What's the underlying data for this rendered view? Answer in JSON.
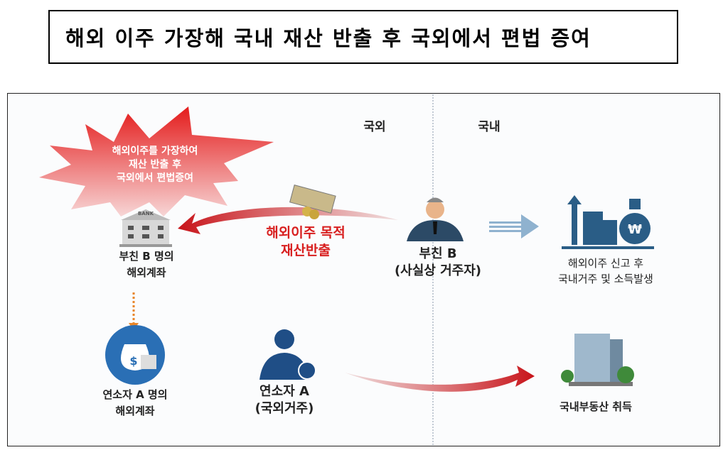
{
  "title": "해외 이주 가장해 국내 재산 반출 후 국외에서 편법 증여",
  "regions": {
    "overseas": "국외",
    "domestic": "국내"
  },
  "burst": [
    "해외이주를 가장하여",
    "재산 반출 후",
    "국외에서 편법증여"
  ],
  "bank_text": "BANK",
  "bank_label": [
    "부친 B 명의",
    "해외계좌"
  ],
  "transfer_label": [
    "해외이주 목적",
    "재산반출"
  ],
  "father_label": [
    "부친 B",
    "(사실상 거주자)"
  ],
  "domestic_income_label": [
    "해외이주 신고 후",
    "국내거주 및 소득발생"
  ],
  "son_account_label": [
    "연소자 A 명의",
    "해외계좌"
  ],
  "son_label": [
    "연소자 A",
    "(국외거주)"
  ],
  "realestate_label": "국내부동산 취득",
  "won_symbol": "₩",
  "dollar_symbol": "$",
  "colors": {
    "red": "#d81e1e",
    "blue": "#2a5d86",
    "orange": "#e8862a"
  }
}
